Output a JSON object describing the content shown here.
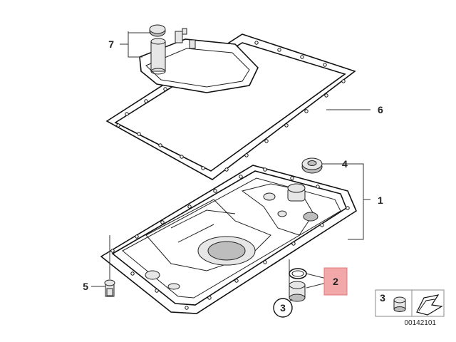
{
  "callouts": {
    "c1": "1",
    "c2": "2",
    "c3": "3",
    "c4": "4",
    "c5": "5",
    "c6": "6",
    "c7": "7"
  },
  "inset": {
    "number": "3"
  },
  "diagram_code": "00142101",
  "colors": {
    "highlight": "#f2a8a8",
    "line": "#111111"
  }
}
